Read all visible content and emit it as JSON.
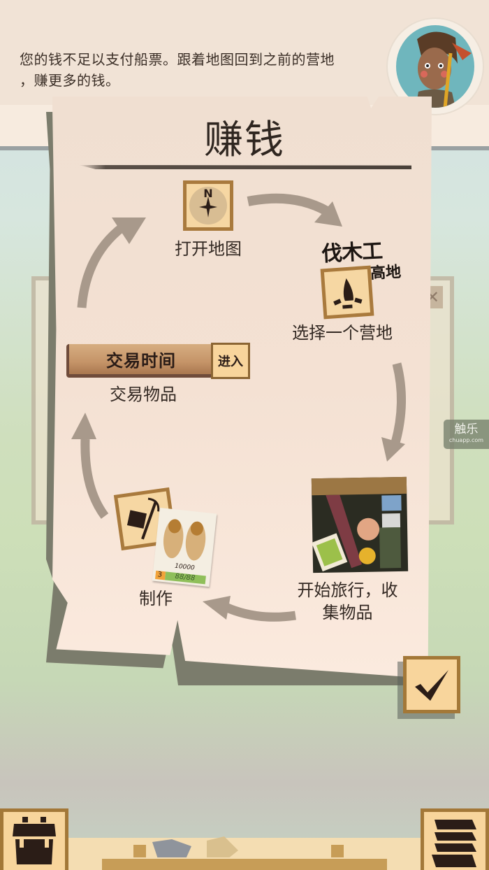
{
  "dialog": {
    "message": "您的钱不足以支付船票。跟着地图回到之前的营地，赚更多的钱。",
    "message_line1": "您的钱不足以支付船票。跟着地图回到之前的营地",
    "message_line2": "，赚更多的钱。",
    "speaker_avatar": "character-portrait"
  },
  "panel": {
    "title": "赚钱",
    "steps": [
      {
        "label": "打开地图",
        "icon": "compass-icon"
      },
      {
        "label": "选择一个营地",
        "icon": "campfire-icon",
        "camp_name": "伐木工",
        "camp_subtitle": "高地"
      },
      {
        "label_line1": "开始旅行，收",
        "label_line2": "集物品",
        "icon": "backpack-contents-icon"
      },
      {
        "label": "制作",
        "icon": "crafting-icon",
        "card": {
          "level": "3",
          "price": "10000",
          "durability": "88/88"
        }
      },
      {
        "label": "交易物品",
        "sign_text": "交易时间",
        "enter_label": "进入"
      }
    ],
    "confirm_icon": "checkmark-icon"
  },
  "background_panel": {
    "close_icon": "close-icon"
  },
  "watermark": {
    "brand": "触乐",
    "url": "chuapp.com"
  },
  "bottom_bar": {
    "left_button_icon": "backpack-icon",
    "right_button_icon": "stack-icon"
  }
}
